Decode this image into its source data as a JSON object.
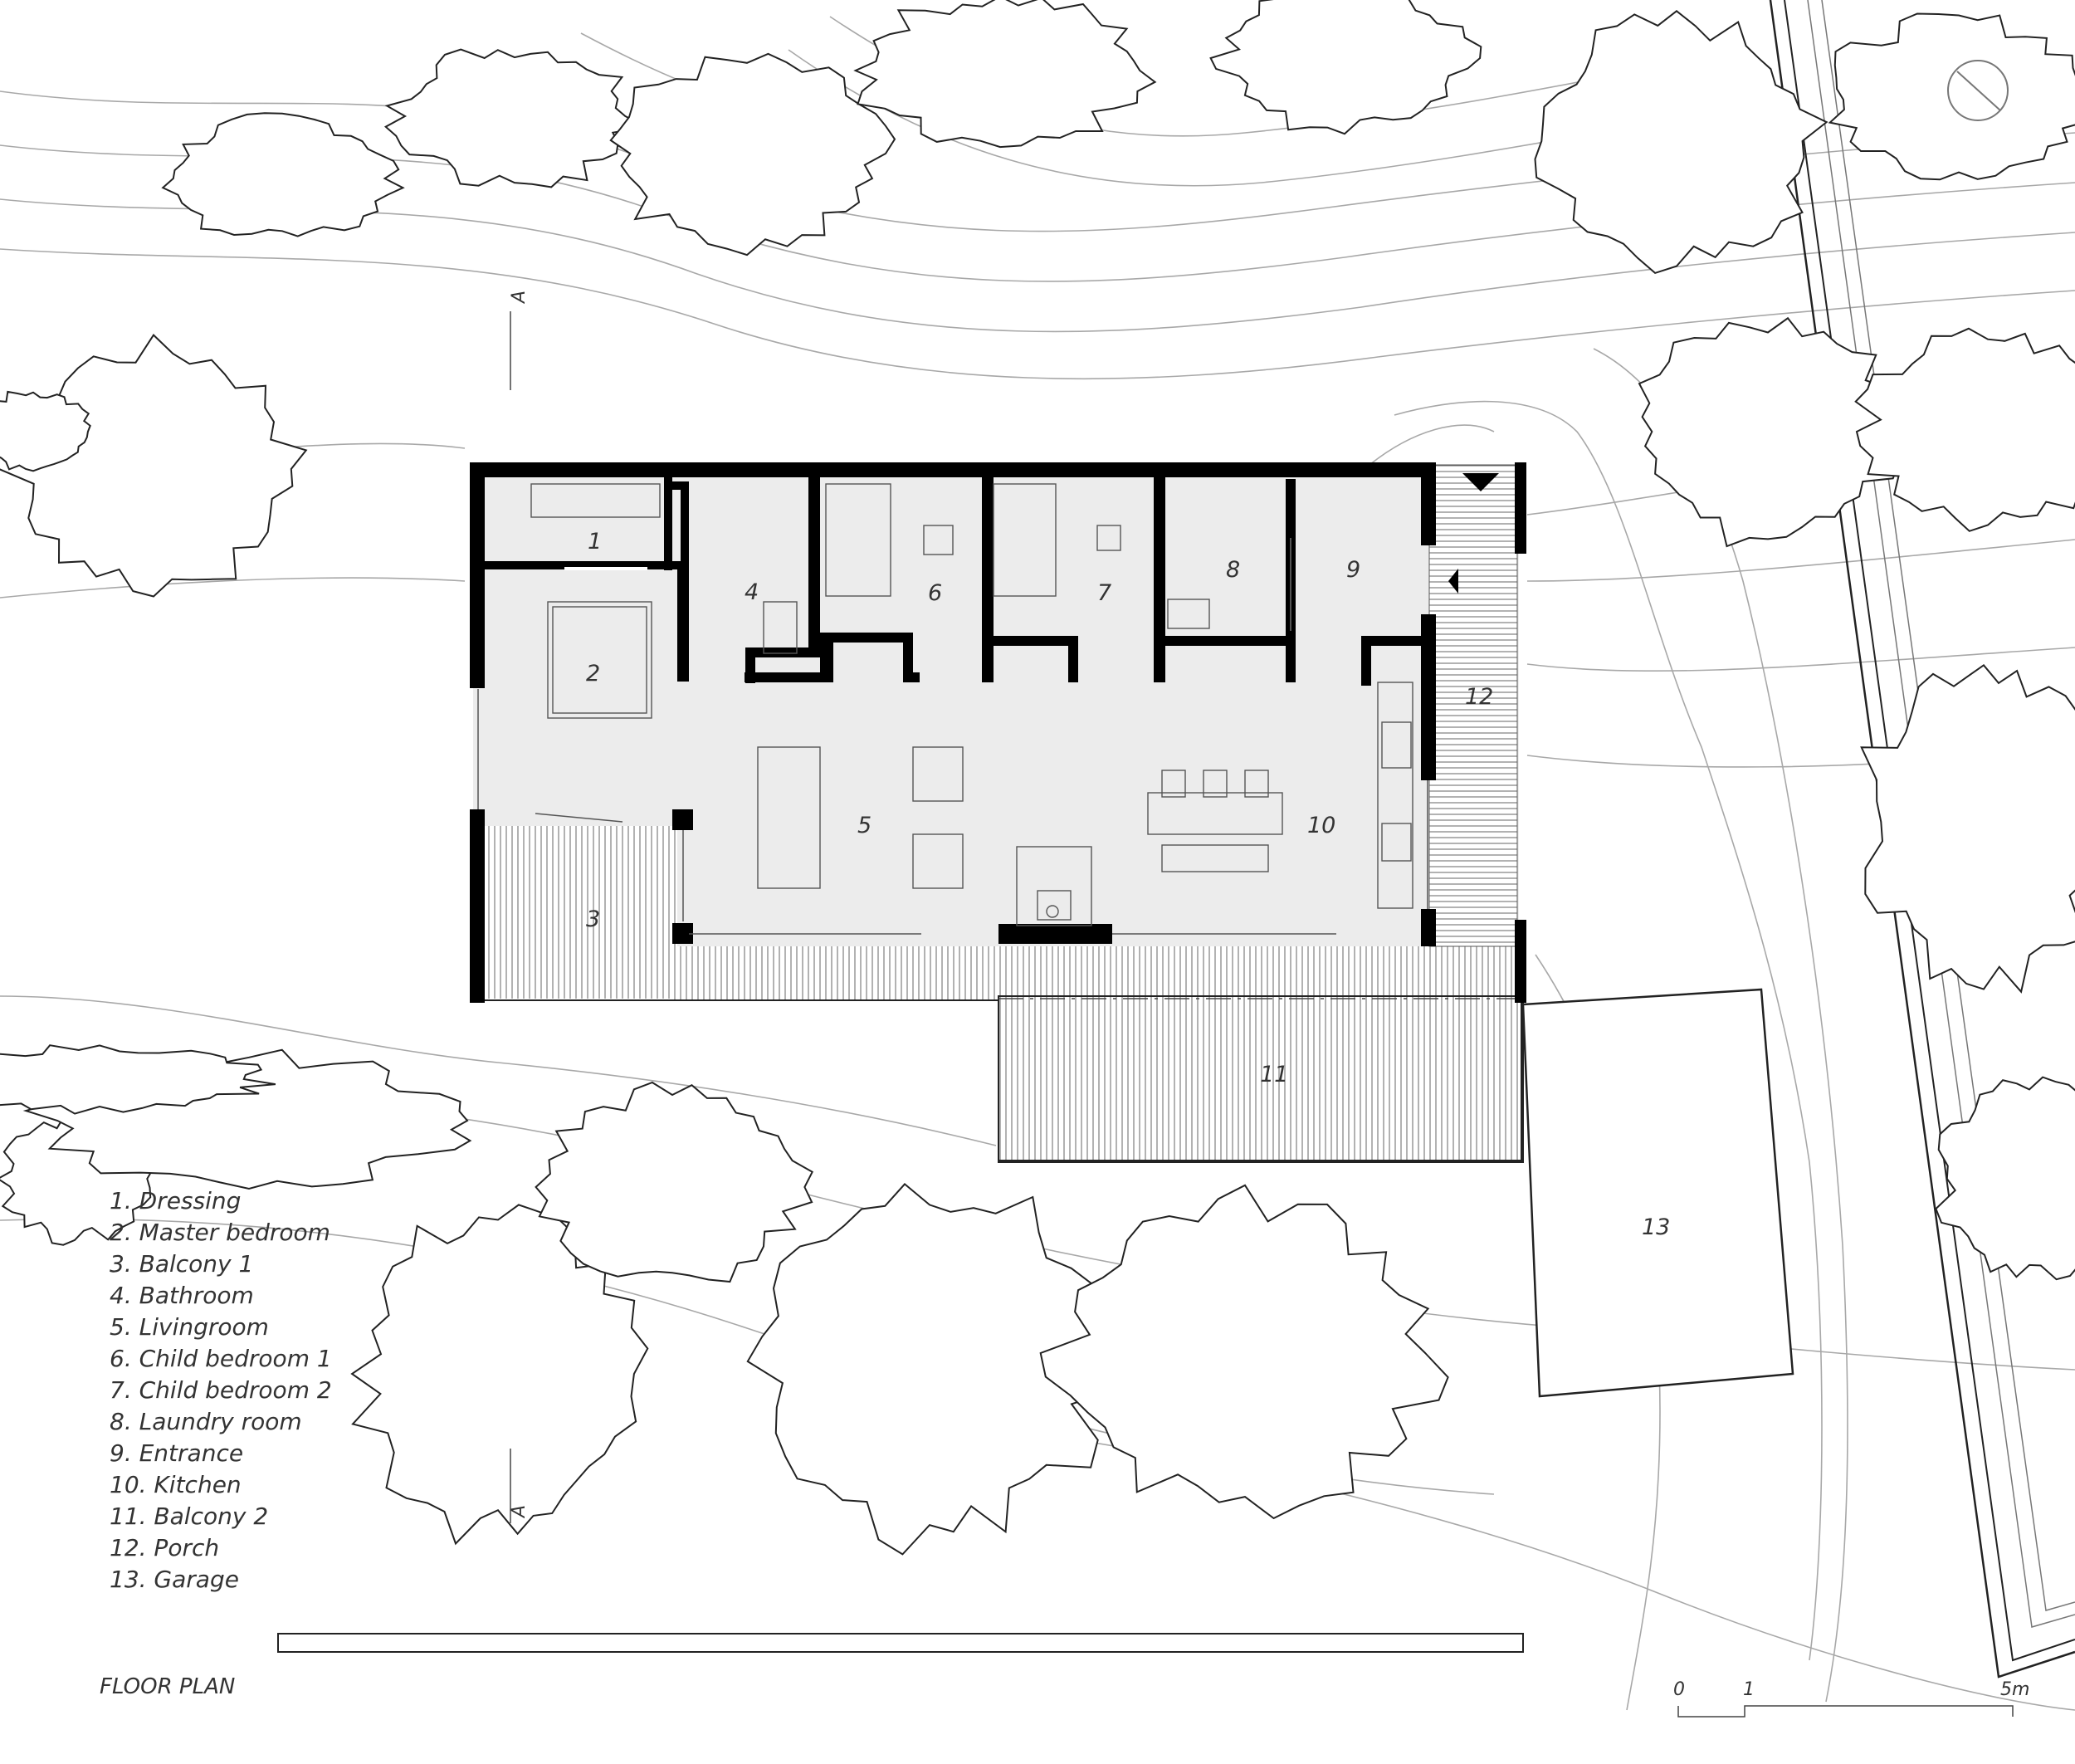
{
  "title": "FLOOR PLAN",
  "legend": [
    "1. Dressing",
    "2. Master bedroom",
    "3. Balcony 1",
    "4. Bathroom",
    "5. Livingroom",
    "6. Child bedroom 1",
    "7. Child bedroom 2",
    "8. Laundry room",
    "9. Entrance",
    "10. Kitchen",
    "11. Balcony 2",
    "12. Porch",
    "13. Garage"
  ],
  "room_numbers": {
    "r1": "1",
    "r2": "2",
    "r3": "3",
    "r4": "4",
    "r5": "5",
    "r6": "6",
    "r7": "7",
    "r8": "8",
    "r9": "9",
    "r10": "10",
    "r11": "11",
    "r12": "12",
    "r13": "13"
  },
  "section_marks": {
    "top": "A",
    "bottom": "A"
  },
  "scale_bar": {
    "zero": "0",
    "one": "1",
    "five": "5m"
  },
  "colors": {
    "wall": "#000000",
    "floor": "#ececec",
    "contour": "#a8a8a8",
    "tree_outline": "#222222"
  }
}
